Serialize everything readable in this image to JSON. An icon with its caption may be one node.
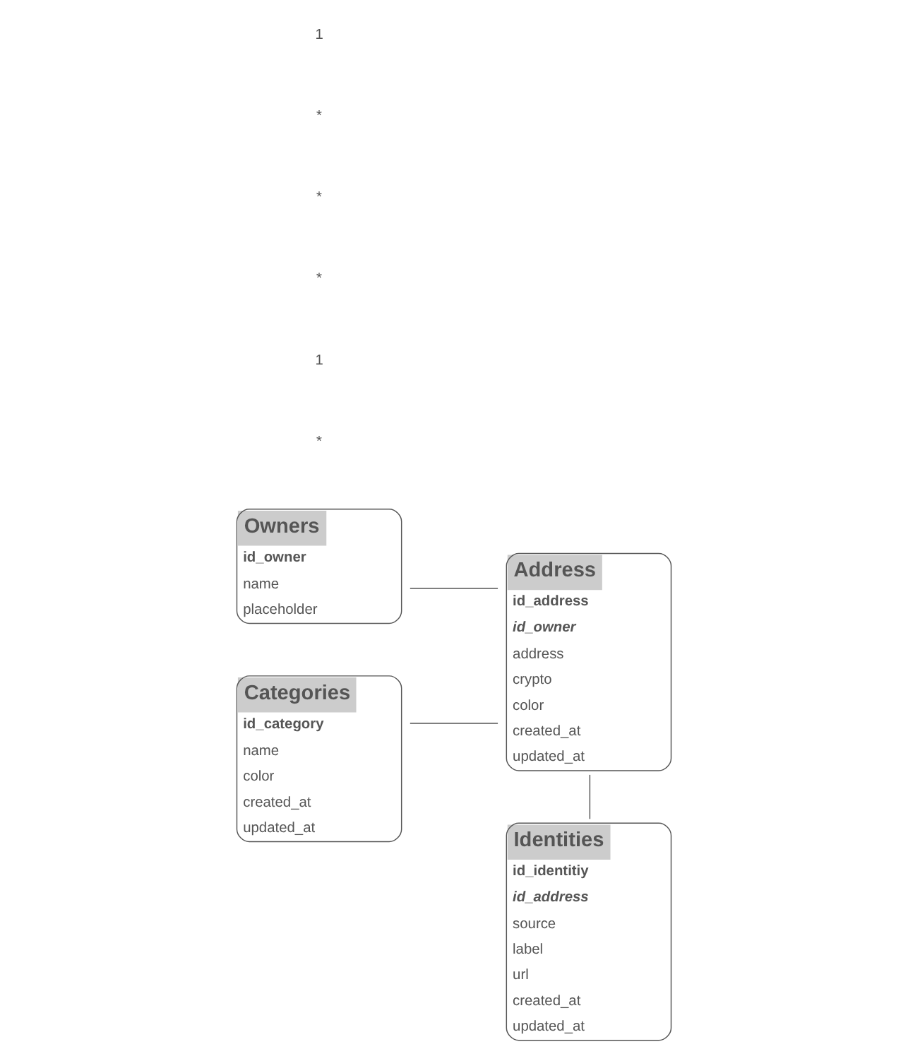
{
  "diagram": {
    "nodes": [
      {
        "text": [
          "Owners",
          "id_owner",
          "name",
          "placeholder"
        ]
      },
      {
        "text": [
          "Address",
          "id_address",
          "id_owner",
          "address",
          "crypto",
          "color",
          "created_at",
          "updated_at"
        ]
      },
      {
        "text": [
          "Categories",
          "id_category",
          "name",
          "color",
          "created_at",
          "updated_at"
        ]
      },
      {
        "text": [
          "Identities",
          "id_identitiy",
          "id_address",
          "source",
          "label",
          "url",
          "created_at",
          "updated_at"
        ]
      }
    ],
    "edges": [
      {
        "from": 0,
        "to": 1,
        "arrow": "none"
      },
      {
        "from": 2,
        "to": 1,
        "arrow": "none"
      },
      {
        "from": 1,
        "to": 3,
        "arrow": "none"
      }
    ],
    "labels": [
      "1",
      "*",
      "*",
      "*",
      "1",
      "*"
    ]
  }
}
